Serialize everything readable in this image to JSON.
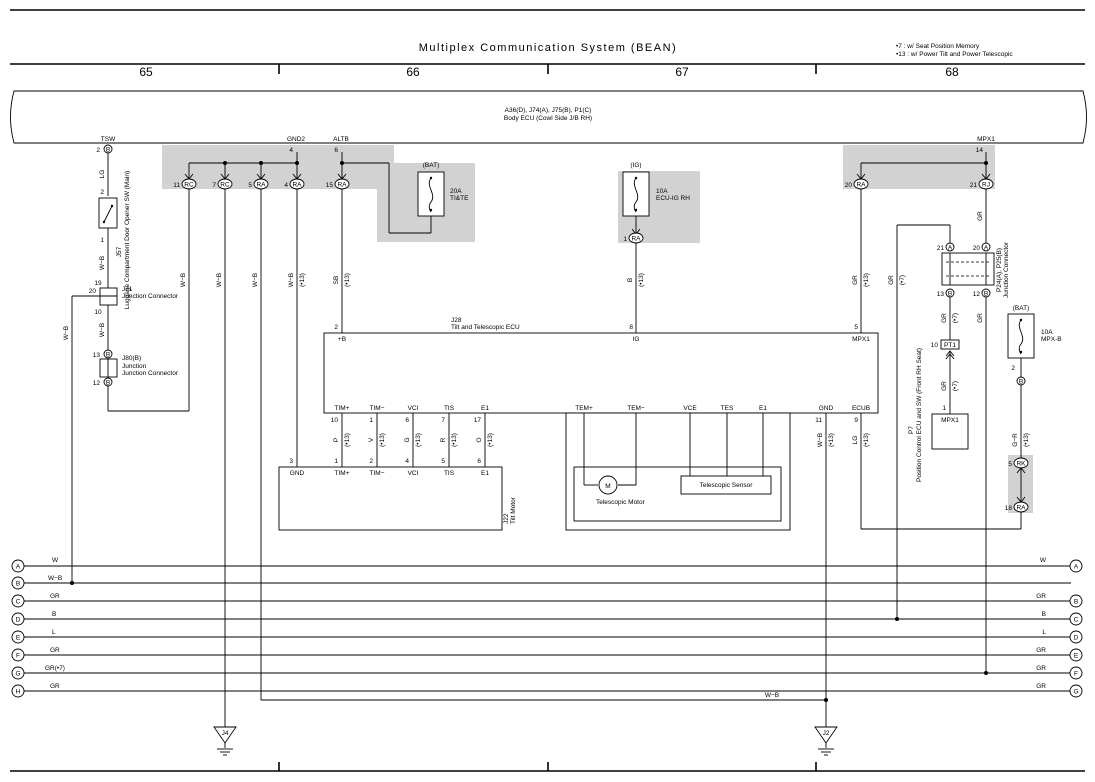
{
  "title": "Multiplex Communication System (BEAN)",
  "notes": [
    "•7 : w/ Seat Position Memory",
    "•13 : w/ Power Tilt and Power Telescopic"
  ],
  "page_numbers": [
    "65",
    "66",
    "67",
    "68"
  ],
  "body_ecu": {
    "line1": "A36(D), J74(A), J75(B), P1(C)",
    "line2": "Body ECU (Cowl Side J/B RH)"
  },
  "top_pins": {
    "tsw": "TSW",
    "gnd2": "GND2",
    "altb": "ALTB",
    "mpx1": "MPX1",
    "p2": "2",
    "p4": "4",
    "p6": "6",
    "p14": "14"
  },
  "connectors": {
    "c11": {
      "pin": "11",
      "code": "RC"
    },
    "c7": {
      "pin": "7",
      "code": "RC"
    },
    "c5": {
      "pin": "5",
      "code": "RA"
    },
    "c4": {
      "pin": "4",
      "code": "RA"
    },
    "c15": {
      "pin": "15",
      "code": "RA"
    },
    "c20": {
      "pin": "20",
      "code": "RA"
    },
    "c21": {
      "pin": "21",
      "code": "RJ"
    },
    "c1": {
      "pin": "1",
      "code": "RA"
    },
    "cRK": {
      "pin": "5",
      "code": "RK"
    },
    "cRA18": {
      "pin": "18",
      "code": "RA"
    },
    "cPT1": {
      "pin": "10",
      "code": "PT1"
    },
    "cB2": {
      "pin": "2",
      "code": "B"
    }
  },
  "fuses": {
    "f1": {
      "supply": "(BAT)",
      "amp": "20A",
      "name": "TI&TE"
    },
    "f2": {
      "supply": "(IG)",
      "amp": "10A",
      "name": "ECU-IG RH"
    },
    "f3": {
      "supply": "(BAT)",
      "amp": "10A",
      "name": "MPX-B"
    }
  },
  "left_components": {
    "switch": {
      "id": "J57",
      "name": "Luggage Compartment Door Opener SW (Main)",
      "pin_top": "2",
      "pin_bottom": "1"
    },
    "j71": {
      "id": "J71",
      "name": "Junction Connector",
      "pin_a": "20",
      "pin_b": "19",
      "pin_c": "10"
    },
    "j80": {
      "id": "J80(B)",
      "name": "Junction Connector",
      "pin_top": "13",
      "pin_bottom": "12",
      "code": "B"
    }
  },
  "ecu": {
    "id": "J28",
    "name": "Tilt and Telescopic ECU",
    "top_pins": [
      {
        "num": "2",
        "label": "+B"
      },
      {
        "num": "8",
        "label": "IG"
      },
      {
        "num": "5",
        "label": "MPX1"
      }
    ],
    "bottom_left": [
      "TIM+",
      "TIM−",
      "VCI",
      "TIS",
      "E1"
    ],
    "bottom_mid": [
      "TEM+",
      "TEM−",
      "VCE",
      "TES",
      "E1"
    ],
    "bottom_right": [
      "GND",
      "ECUB"
    ]
  },
  "tilt_motor": {
    "id": "J22",
    "name": "Tilt Motor",
    "pins_top": [
      "10",
      "1",
      "6",
      "7",
      "17"
    ],
    "pins_bottom": [
      "3",
      "1",
      "2",
      "4",
      "5",
      "6"
    ],
    "labels": [
      "GND",
      "TIM+",
      "TIM−",
      "VCI",
      "TIS",
      "E1"
    ],
    "wire_colors": [
      "P",
      "V",
      "G",
      "R",
      "O"
    ],
    "note": "(•13)"
  },
  "telescopic": {
    "motor_label": "Telescopic Motor",
    "motor_symbol": "M",
    "sensor_label": "Telescopic Sensor"
  },
  "p24": {
    "id": "P24(A), P25(B)",
    "name": "Junction Connector",
    "pins": [
      "21",
      "20",
      "13",
      "12"
    ],
    "codes": [
      "A",
      "A",
      "B",
      "B"
    ]
  },
  "p7": {
    "id": "P7",
    "name": "Position Control ECU and SW (Front RH Seat)",
    "pin": "1",
    "label": "MPX1"
  },
  "wire_labels": {
    "lg": "LG",
    "wb": "W−B",
    "sb": "SB",
    "b": "B",
    "gr": "GR",
    "lg2": "LG",
    "gr_r": "G−R",
    "note13": "(•13)",
    "note7": "(•7)",
    "pin11": "11",
    "pin9": "9"
  },
  "buses": [
    {
      "left": "A",
      "label": "W",
      "right": "A",
      "rlabel": "W"
    },
    {
      "left": "B",
      "label": "W−B",
      "right": "B",
      "rlabel": "GR"
    },
    {
      "left": "C",
      "label": "GR",
      "right": "C",
      "rlabel": "B"
    },
    {
      "left": "D",
      "label": "B",
      "right": "D",
      "rlabel": "L"
    },
    {
      "left": "E",
      "label": "L",
      "right": "E",
      "rlabel": "GR"
    },
    {
      "left": "F",
      "label": "GR",
      "right": "F",
      "rlabel": "GR"
    },
    {
      "left": "G",
      "label": "GR(•7)",
      "right": "G",
      "rlabel": "GR"
    },
    {
      "left": "H",
      "label": "GR",
      "right": "",
      "rlabel": ""
    }
  ],
  "bottom_wire": "W−B",
  "grounds": [
    "J4",
    "J2"
  ]
}
